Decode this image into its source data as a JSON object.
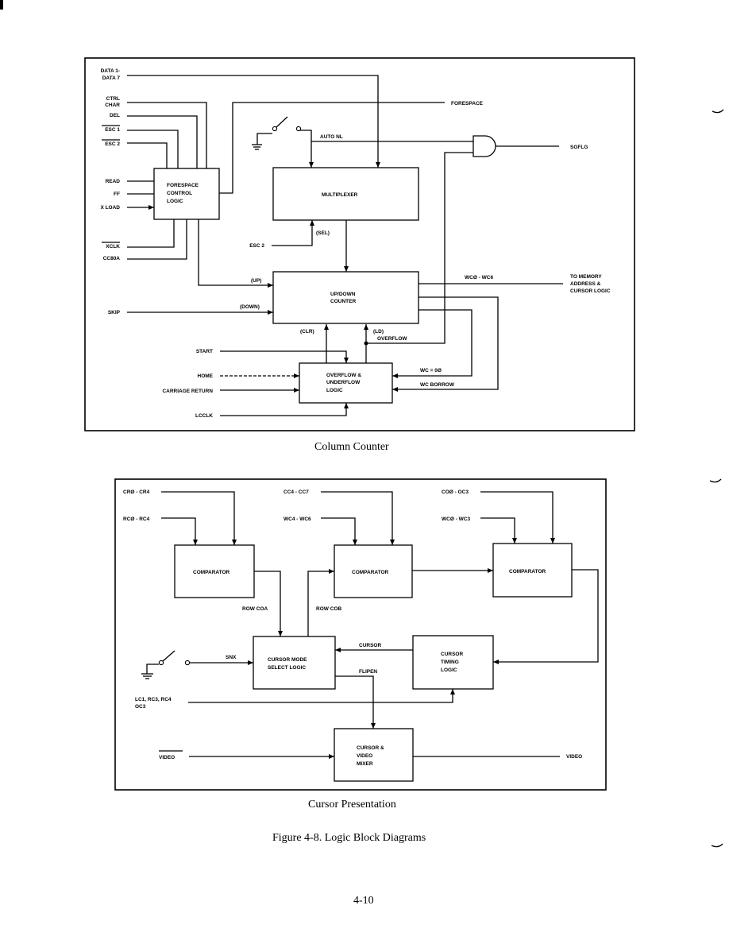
{
  "diagram1": {
    "caption": "Column Counter",
    "inputs": {
      "data": [
        "DATA 1-",
        "DATA 7"
      ],
      "ctrl": [
        "CTRL",
        "CHAR"
      ],
      "del": "DEL",
      "esc1": "ESC 1",
      "esc2": "ESC 2",
      "read": "READ",
      "ff": "FF",
      "xload": "X LOAD",
      "xclk": "XCLK",
      "cc80a": "CC80A",
      "skip": "SKIP",
      "start": "START",
      "home": "HOME",
      "carriage_return": "CARRIAGE RETURN",
      "lcclk": "LCCLK",
      "esc2_sel": "ESC 2"
    },
    "blocks": {
      "forespace_control": [
        "FORESPACE",
        "CONTROL",
        "LOGIC"
      ],
      "multiplexer": "MULTIPLEXER",
      "updown_counter": [
        "UP/DOWN",
        "COUNTER"
      ],
      "overflow_logic": [
        "OVERFLOW &",
        "UNDERFLOW",
        "LOGIC"
      ]
    },
    "signals": {
      "forespace": "FORESPACE",
      "auto_nl": "AUTO NL",
      "sgflg": "SGFLG",
      "sel": "(SEL)",
      "up": "(UP)",
      "down": "(DOWN)",
      "clr": "(CLR)",
      "ld": "(LD)",
      "overflow": "OVERFLOW",
      "wc_bus": "WCØ - WC6",
      "wc_eq": "WC = 0Ø",
      "wc_borrow": "WC BORROW",
      "to_memory": [
        "TO MEMORY",
        "ADDRESS &",
        "CURSOR LOGIC"
      ]
    }
  },
  "diagram2": {
    "caption": "Cursor Presentation",
    "inputs": {
      "cr": "CRØ - CR4",
      "rc": "RCØ - RC4",
      "cc": "CC4 - CC7",
      "wc": "WC4 - WC6",
      "co": "COØ - OC3",
      "wc2": "WCØ - WC3",
      "lc": [
        "LC1, RC3, RC4",
        "OC3"
      ],
      "video_in": "VIDEO"
    },
    "blocks": {
      "comp1": "COMPARATOR",
      "comp2": "COMPARATOR",
      "comp3": "COMPARATOR",
      "cursor_mode": [
        "CURSOR MODE",
        "SELECT LOGIC"
      ],
      "cursor_timing": [
        "CURSOR",
        "TIMING",
        "LOGIC"
      ],
      "mixer": [
        "CURSOR &",
        "VIDEO",
        "MIXER"
      ]
    },
    "signals": {
      "row_coa": "ROW COA",
      "row_cob": "ROW COB",
      "cursor": "CURSOR",
      "flipen": "FLIPEN",
      "snx": "SNX",
      "video_out": "VIDEO"
    }
  },
  "figure_caption": "Figure 4-8. Logic Block Diagrams",
  "page_number": "4-10"
}
